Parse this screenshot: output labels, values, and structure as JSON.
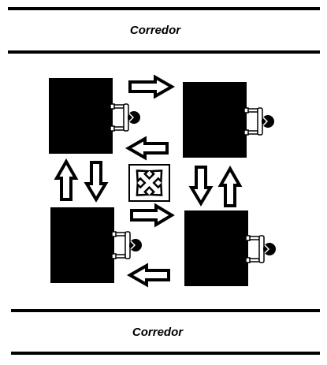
{
  "corridors": [
    {
      "label": "Corredor"
    },
    {
      "label": "Corredor"
    }
  ],
  "desks": [
    {
      "id": "desk-top-left"
    },
    {
      "id": "desk-top-right"
    },
    {
      "id": "desk-bottom-left"
    },
    {
      "id": "desk-bottom-right"
    }
  ],
  "persons": [
    {
      "id": "person-top-left",
      "facing": "left"
    },
    {
      "id": "person-top-right",
      "facing": "left"
    },
    {
      "id": "person-bottom-left",
      "facing": "left"
    },
    {
      "id": "person-bottom-right",
      "facing": "left"
    }
  ],
  "arrows": [
    {
      "id": "arrow-top-right",
      "direction": "right"
    },
    {
      "id": "arrow-mid-left",
      "direction": "left"
    },
    {
      "id": "arrow-lower-right",
      "direction": "right"
    },
    {
      "id": "arrow-bottom-left",
      "direction": "left"
    },
    {
      "id": "arrow-left-up",
      "direction": "up"
    },
    {
      "id": "arrow-left-down",
      "direction": "down"
    },
    {
      "id": "arrow-right-down",
      "direction": "down"
    },
    {
      "id": "arrow-right-up",
      "direction": "up"
    }
  ],
  "center_icon": "four-way-move-icon",
  "colors": {
    "line": "#000000",
    "desk": "#000000",
    "background": "#ffffff"
  }
}
